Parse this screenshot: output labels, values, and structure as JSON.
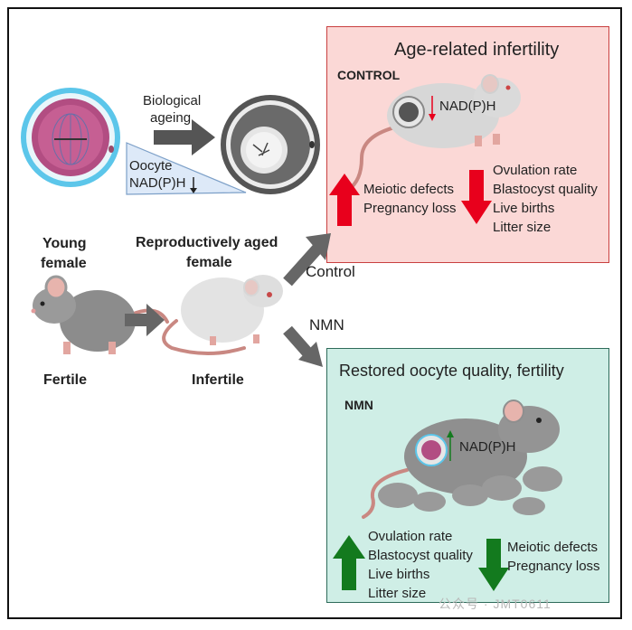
{
  "labels": {
    "biological_ageing": [
      "Biological",
      "ageing"
    ],
    "oocyte_nadph": [
      "Oocyte",
      "NAD(P)H"
    ],
    "young_female": [
      "Young",
      "female"
    ],
    "fertile": "Fertile",
    "aged_female": [
      "Reproductively aged",
      "female"
    ],
    "infertile": "Infertile",
    "control_arrow": "Control",
    "nmn_arrow": "NMN"
  },
  "control_panel": {
    "title": "Age-related infertility",
    "group": "CONTROL",
    "nadph": "NAD(P)H",
    "increased": [
      "Meiotic defects",
      "Pregnancy loss"
    ],
    "decreased": [
      "Ovulation rate",
      "Blastocyst quality",
      "Live births",
      "Litter size"
    ]
  },
  "nmn_panel": {
    "title": "Restored oocyte quality, fertility",
    "group": "NMN",
    "nadph": "NAD(P)H",
    "increased": [
      "Ovulation rate",
      "Blastocyst quality",
      "Live births",
      "Litter size"
    ],
    "decreased": [
      "Meiotic defects",
      "Pregnancy loss"
    ]
  },
  "watermark": "公众号 · JMT0611",
  "colors": {
    "control_bg": "#fbd8d6",
    "nmn_bg": "#cfeee6",
    "up_red": "#e8001c",
    "down_green": "#137a1e",
    "arrow_gray": "#666666"
  }
}
